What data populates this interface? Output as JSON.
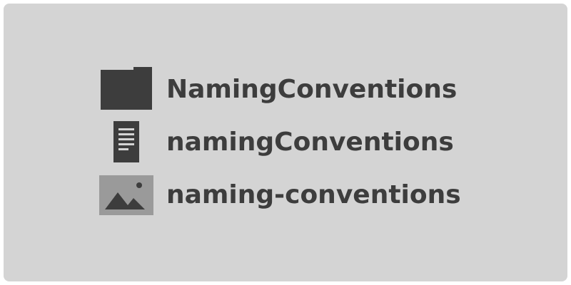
{
  "items": [
    {
      "icon": "folder-icon",
      "label": "NamingConventions"
    },
    {
      "icon": "document-icon",
      "label": "namingConventions"
    },
    {
      "icon": "image-icon",
      "label": "naming-conventions"
    }
  ],
  "colors": {
    "background": "#d4d4d4",
    "text": "#3d3d3d",
    "icon": "#3d3d3d",
    "image_icon_bg": "#9a9a9a"
  }
}
